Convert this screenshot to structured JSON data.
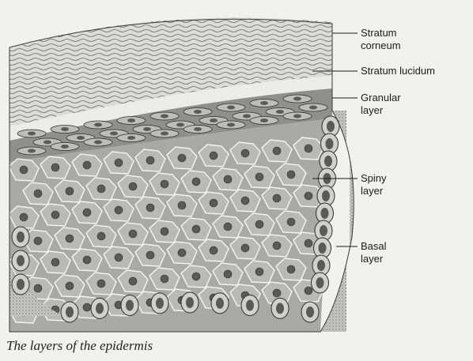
{
  "labels": {
    "stratum_corneum": [
      "Stratum",
      "corneum"
    ],
    "stratum_lucidum": "Stratum lucidum",
    "granular_layer": [
      "Granular",
      "layer"
    ],
    "spiny_layer": [
      "Spiny",
      "layer"
    ],
    "basal_layer": [
      "Basal",
      "layer"
    ]
  },
  "caption": "The layers of the epidermis",
  "colors": {
    "background": "#f1f1ef",
    "ink": "#2e2e2e",
    "cell_fill": "#b9b9b6",
    "nucleus": "#5a5a58"
  }
}
